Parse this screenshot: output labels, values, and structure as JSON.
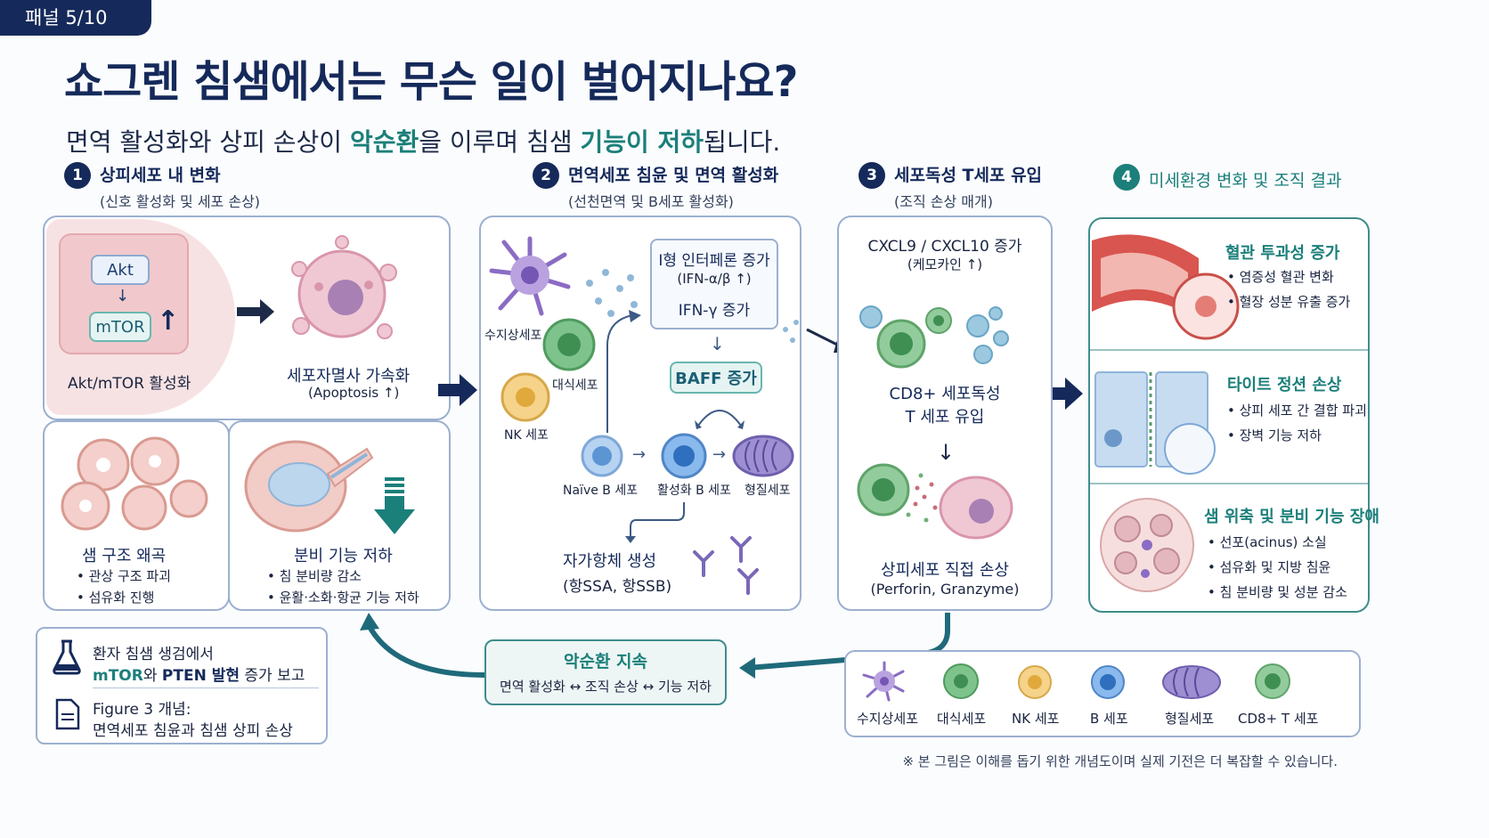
{
  "panel_tag": "패널 5/10",
  "title": "쇼그렌 침샘에서는 무슨 일이 벌어지나요?",
  "subtitle": {
    "part1": "면역 활성화와 상피 손상이 ",
    "hl1": "악순환",
    "part2": "을 이루며 침샘 ",
    "hl2": "기능이 저하",
    "part3": "됩니다."
  },
  "steps": [
    {
      "num": "1",
      "title": "상피세포 내 변화",
      "sub": "(신호 활성화 및 세포 손상)"
    },
    {
      "num": "2",
      "title": "면역세포 침윤 및 면역 활성화",
      "sub": "(선천면역 및 B세포 활성화)"
    },
    {
      "num": "3",
      "title": "세포독성 T세포 유입",
      "sub": "(조직 손상 매개)"
    },
    {
      "num": "4",
      "title": "미세환경 변화 및 조직 결과",
      "sub": ""
    }
  ],
  "section1": {
    "akt": "Akt",
    "mtor": "mTOR",
    "akt_label": "Akt/mTOR 활성화",
    "apoptosis_title": "세포자멸사 가속화",
    "apoptosis_sub": "(Apoptosis ↑)",
    "structure_title": "샘 구조 왜곡",
    "structure_bullets": [
      "관상 구조 파괴",
      "섬유화 진행"
    ],
    "secretion_title": "분비 기능 저하",
    "secretion_bullets": [
      "침 분비량 감소",
      "윤활·소화·항균 기능 저하"
    ]
  },
  "section2": {
    "dendritic": "수지상세포",
    "macrophage": "대식세포",
    "nk": "NK 세포",
    "ifn_title": "I형 인터페론 증가",
    "ifn_sub": "(IFN-α/β ↑)",
    "ifng": "IFN-γ 증가",
    "baff": "BAFF 증가",
    "naive_b": "Naïve B 세포",
    "active_b": "활성화 B 세포",
    "plasma": "형질세포",
    "autoab_title": "자가항체 생성",
    "autoab_sub": "(항SSA, 항SSB)"
  },
  "section3": {
    "chemokine_title": "CXCL9 / CXCL10 증가",
    "chemokine_sub": "(케모카인 ↑)",
    "cd8_title": "CD8+ 세포독성",
    "cd8_title2": "T 세포 유입",
    "damage_title": "상피세포 직접 손상",
    "damage_sub": "(Perforin, Granzyme)"
  },
  "section4": {
    "vascular_title": "혈관 투과성 증가",
    "vascular_bullets": [
      "염증성 혈관 변화",
      "혈장 성분 유출 증가"
    ],
    "tight_title": "타이트 정션 손상",
    "tight_bullets": [
      "상피 세포 간 결합 파괴",
      "장벽 기능 저하"
    ],
    "atrophy_title": "샘 위축 및 분비 기능 장애",
    "atrophy_bullets": [
      "선포(acinus) 소실",
      "섬유화 및 지방 침윤",
      "침 분비량 및 성분 감소"
    ]
  },
  "info": {
    "line1": "환자 침샘 생검에서",
    "line2_hl": "mTOR",
    "line2_mid": "와 ",
    "line2_hl2": "PTEN 발현",
    "line2_end": " 증가 보고",
    "fig_line1": "Figure 3 개념:",
    "fig_line2": "면역세포 침윤과 침샘 상피 손상"
  },
  "cycle": {
    "title": "악순환 지속",
    "sub": "면역 활성화 ↔ 조직 손상 ↔ 기능 저하"
  },
  "legend": [
    "수지상세포",
    "대식세포",
    "NK 세포",
    "B 세포",
    "형질세포",
    "CD8+ T 세포"
  ],
  "note": "※ 본 그림은 이해를 돕기 위한 개념도이며 실제 기전은 더 복잡할 수 있습니다.",
  "colors": {
    "navy": "#152a5a",
    "teal": "#1b7f7a"
  }
}
